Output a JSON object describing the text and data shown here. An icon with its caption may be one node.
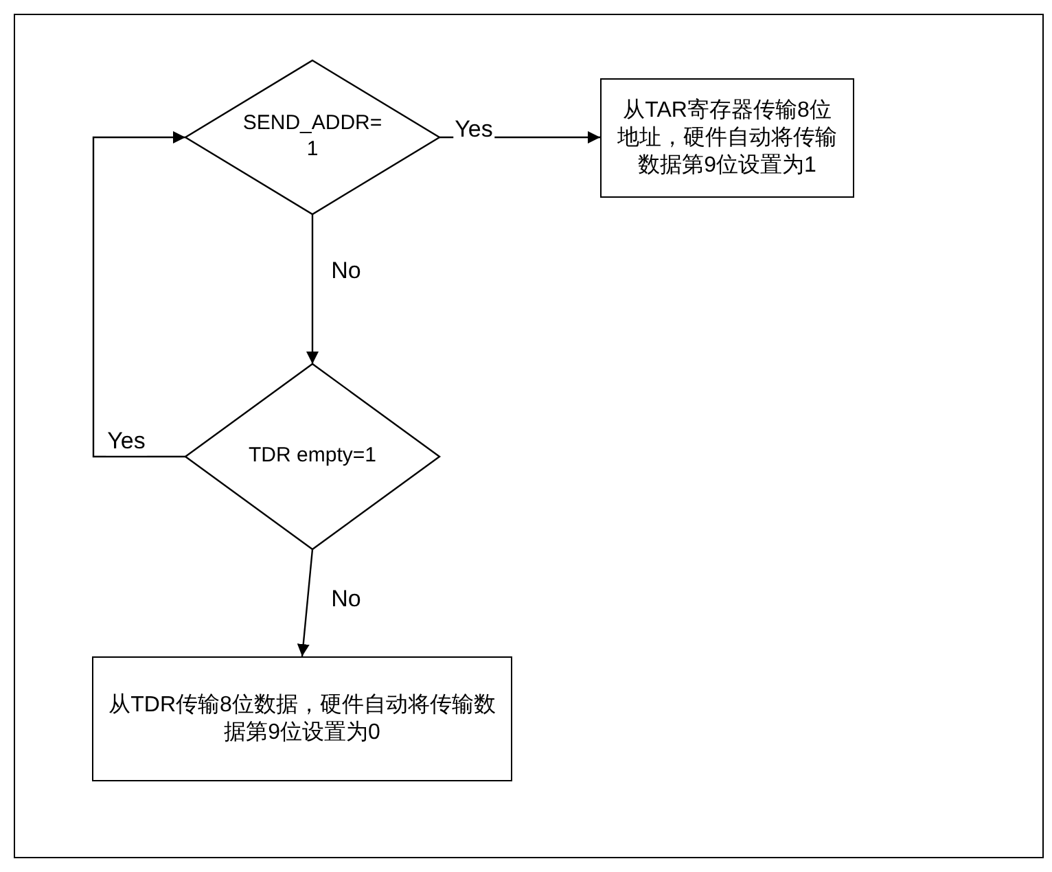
{
  "diagram": {
    "nodes": [
      {
        "text": [
          "SEND_ADDR=1"
        ]
      },
      {
        "text": [
          "从TAR寄存器传输8位地址，硬件自动将传输数据第9位设置为1"
        ]
      },
      {
        "text": [
          "TDR empty=1"
        ]
      },
      {
        "text": [
          "从TDR传输8位数据，硬件自动将传输数据第9位设置为0"
        ]
      }
    ],
    "edges": [
      {
        "from": 0,
        "to": 1,
        "arrow": "to",
        "label": "Yes"
      },
      {
        "from": 0,
        "to": 2,
        "arrow": "to",
        "label": "No"
      },
      {
        "from": 2,
        "to": 0,
        "arrow": "to",
        "label": "Yes"
      },
      {
        "from": 2,
        "to": 3,
        "arrow": "to",
        "label": "No"
      }
    ]
  }
}
